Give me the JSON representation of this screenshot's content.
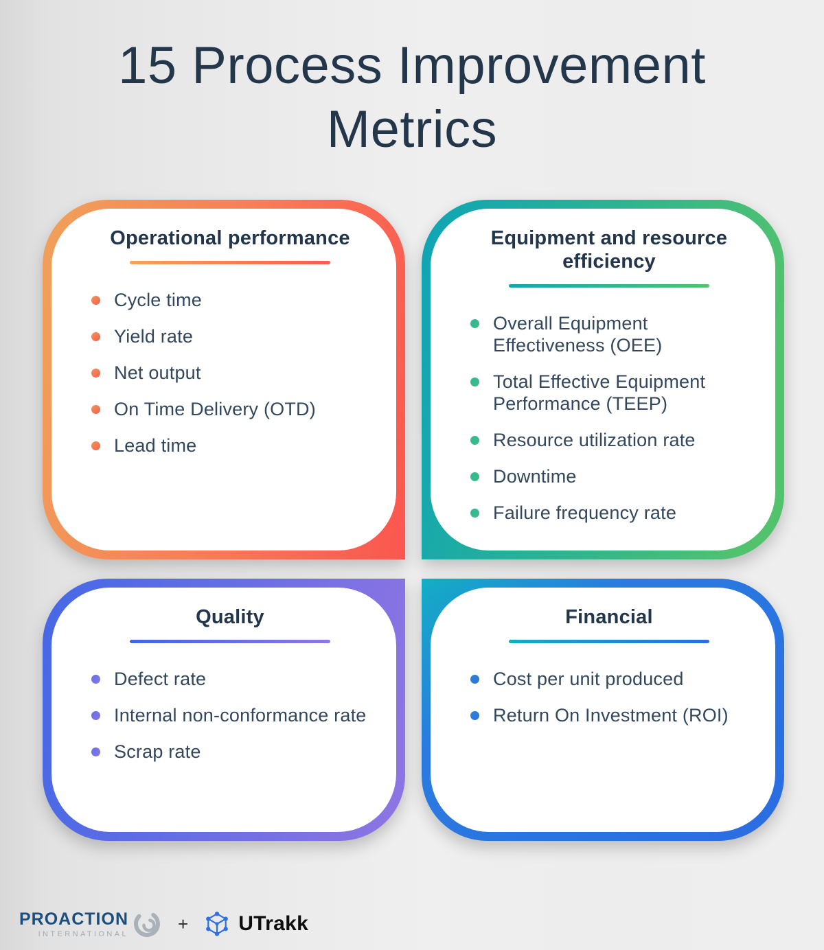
{
  "title": "15 Process Improvement Metrics",
  "cards": [
    {
      "title": "Operational performance",
      "items": [
        "Cycle time",
        "Yield rate",
        "Net output",
        "On Time Delivery (OTD)",
        "Lead time"
      ],
      "colors": {
        "gradient_from": "#F0A15A",
        "gradient_to": "#FA5650",
        "bullet": "#F4764F"
      }
    },
    {
      "title": "Equipment and resource efficiency",
      "items": [
        "Overall Equipment Effectiveness (OEE)",
        "Total Effective Equipment Performance (TEEP)",
        "Resource utilization rate",
        "Downtime",
        "Failure frequency rate"
      ],
      "colors": {
        "gradient_from": "#0FA4B6",
        "gradient_to": "#52C26D",
        "bullet": "#2EB591"
      }
    },
    {
      "title": "Quality",
      "items": [
        "Defect rate",
        "Internal non-conformance rate",
        "Scrap rate"
      ],
      "colors": {
        "gradient_from": "#4568E6",
        "gradient_to": "#8C74E3",
        "bullet": "#6E79E6"
      }
    },
    {
      "title": "Financial",
      "items": [
        "Cost per unit produced",
        "Return On Investment (ROI)"
      ],
      "colors": {
        "gradient_from": "#12AFC4",
        "gradient_to": "#2B6CE2",
        "bullet": "#2D7BD9"
      }
    }
  ],
  "text_colors": {
    "title": "#24374A",
    "card_title": "#22354A",
    "list_item": "#33475C"
  },
  "footer": {
    "proaction": "PROACTION",
    "international": "INTERNATIONAL",
    "plus": "+",
    "utrakk": "UTrakk",
    "proaction_color": "#1B4E7D",
    "utrakk_icon_color": "#2E6FE4"
  }
}
